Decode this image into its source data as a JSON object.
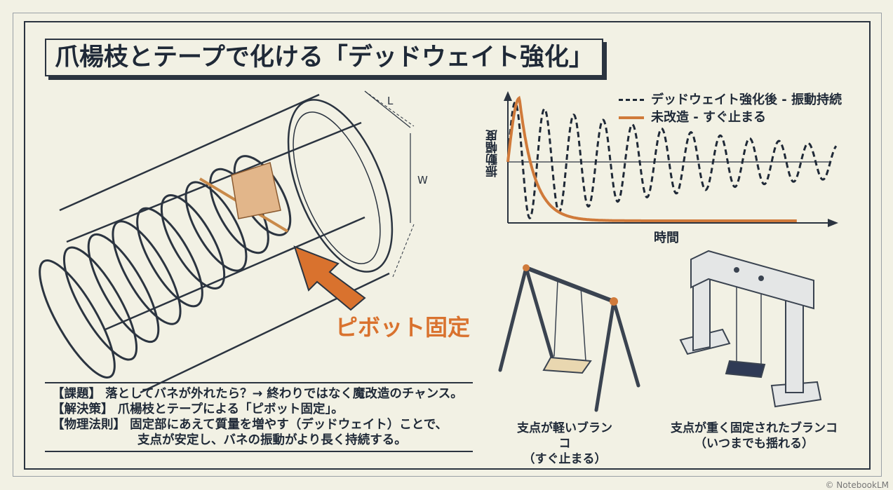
{
  "title": "爪楊枝とテープで化ける「デッドウェイト強化」",
  "illustration": {
    "dim_length": "L",
    "dim_width": "W",
    "pivot_label": "ピボット固定",
    "arrow_color": "#d9722e"
  },
  "notes": [
    "【課題】 落としてバネが外れたら？→ 終わりではなく魔改造のチャンス。",
    "【解決策】 爪楊枝とテープによる「ピボット固定」。",
    "【物理法則】 固定部にあえて質量を増やす（デッドウェイト）ことで、",
    "支点が安定し、バネの振動がより長く持続する。"
  ],
  "chart_data": {
    "type": "line",
    "xlabel": "時間",
    "ylabel": "振動幅度",
    "xlim": [
      0,
      10
    ],
    "ylim": [
      -1.3,
      1.3
    ],
    "grid": false,
    "legend_position": "top-right",
    "series": [
      {
        "name": "未改造 - すぐ止まる",
        "style": "dashed",
        "color": "#1f2937",
        "model": "decay",
        "amplitude": 1.3,
        "decay_rate": 1.1,
        "end": 8.8
      },
      {
        "name": "デッドウェイト強化後 - 振動持続",
        "style": "solid",
        "color": "#d07a3a",
        "model": "damped_sine",
        "amplitude": 1.25,
        "decay_rate": 0.13,
        "frequency": 1.12
      }
    ]
  },
  "swings": [
    {
      "caption": "支点が軽いブランコ",
      "sub": "（すぐ止まる）"
    },
    {
      "caption": "支点が重く固定されたブランコ",
      "sub": "（いつまでも揺れる）"
    }
  ],
  "watermark": "© NotebookLM"
}
